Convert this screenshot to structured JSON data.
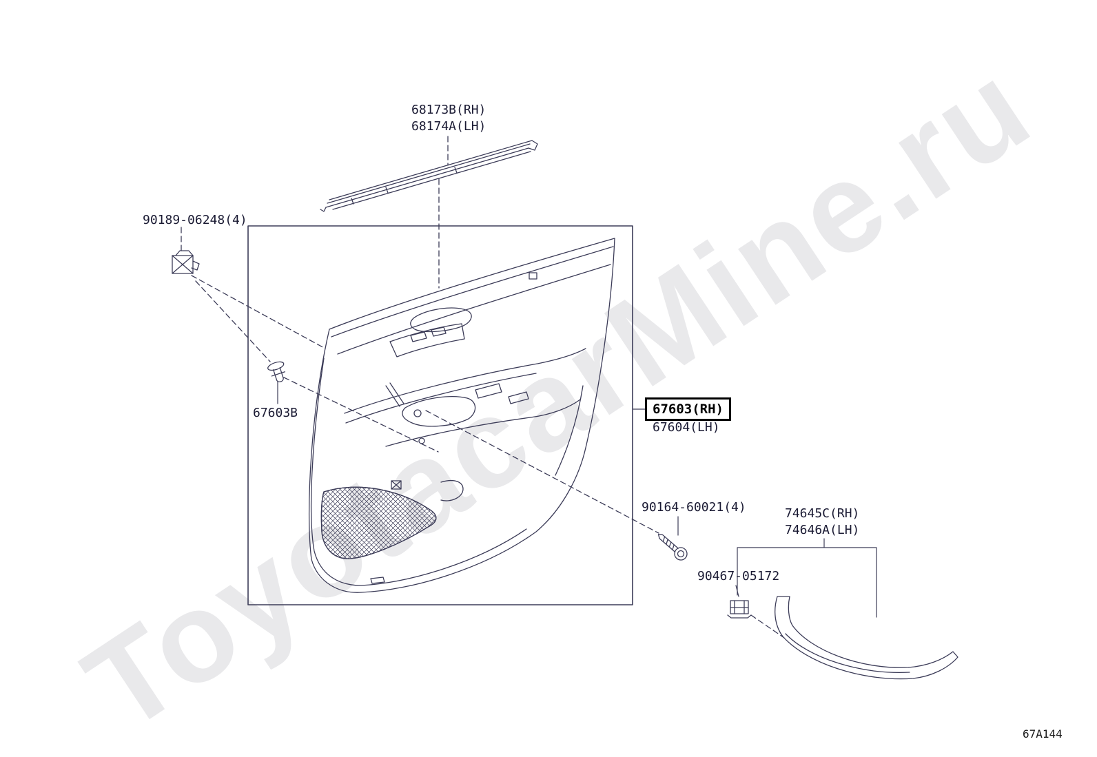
{
  "page": {
    "watermark": "ToyotacarMine.ru",
    "diagram_code": "67A144",
    "background": "#ffffff"
  },
  "colors": {
    "line": "#3c3c58",
    "label_text": "#1a1a33",
    "highlight_box_border": "#000000",
    "watermark_text": "rgba(40,40,60,0.10)"
  },
  "parts": {
    "belt_molding": {
      "line1": "68173B(RH)",
      "line2": "68174A(LH)"
    },
    "retainer_clip": {
      "label": "90189-06248(4)"
    },
    "push_pin": {
      "label": "67603B"
    },
    "door_trim_panel": {
      "line1": "67603(RH)",
      "line2": "67604(LH)",
      "highlighted": "67603(RH)"
    },
    "screw": {
      "label": "90164-60021(4)"
    },
    "armrest_trim": {
      "line1": "74645C(RH)",
      "line2": "74646A(LH)"
    },
    "trim_clip": {
      "label": "90467-05172"
    }
  }
}
